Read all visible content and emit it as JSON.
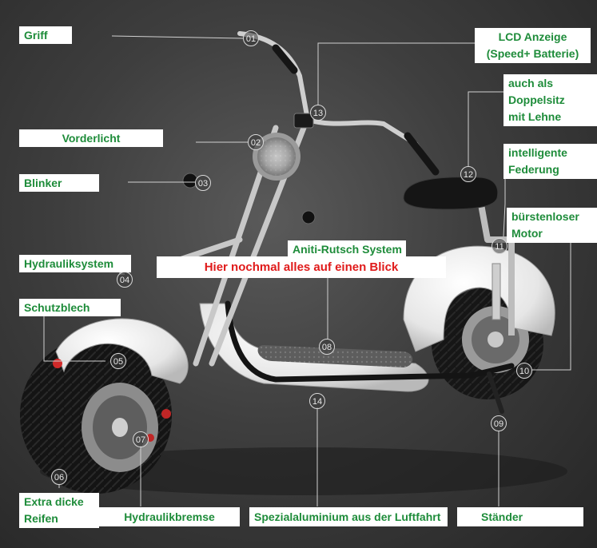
{
  "labels": {
    "griff": "Griff",
    "lcd_line1": "LCD Anzeige",
    "lcd_line2": "(Speed+ Batterie)",
    "doppelsitz_line1": "auch als",
    "doppelsitz_line2": "Doppelsitz",
    "doppelsitz_line3": "mit Lehne",
    "vorderlicht": "Vorderlicht",
    "federung_line1": "intelligente",
    "federung_line2": "Federung",
    "blinker": "Blinker",
    "motor_line1": "bürstenloser",
    "motor_line2": "Motor",
    "rutsch": "Aniti-Rutsch System",
    "hydraulik": "Hydrauliksystem",
    "banner": "Hier nochmal alles auf einen Blick",
    "schutzblech": "Schutzblech",
    "reifen_line1": "Extra dicke",
    "reifen_line2": "Reifen",
    "bremse": "Hydraulikbremse",
    "aluminium": "Spezialaluminium aus der Luftfahrt",
    "staender": "Ständer"
  },
  "markers": {
    "m01": "01",
    "m02": "02",
    "m03": "03",
    "m04": "04",
    "m05": "05",
    "m06": "06",
    "m07": "07",
    "m08": "08",
    "m09": "09",
    "m10": "10",
    "m11": "11",
    "m12": "12",
    "m13": "13",
    "m14": "14"
  },
  "colors": {
    "label_text": "#1e8c3a",
    "banner_text": "#e01b1b",
    "label_background": "#ffffff",
    "scooter_body": "#f2f2f2",
    "background": "#3a3a3a"
  }
}
